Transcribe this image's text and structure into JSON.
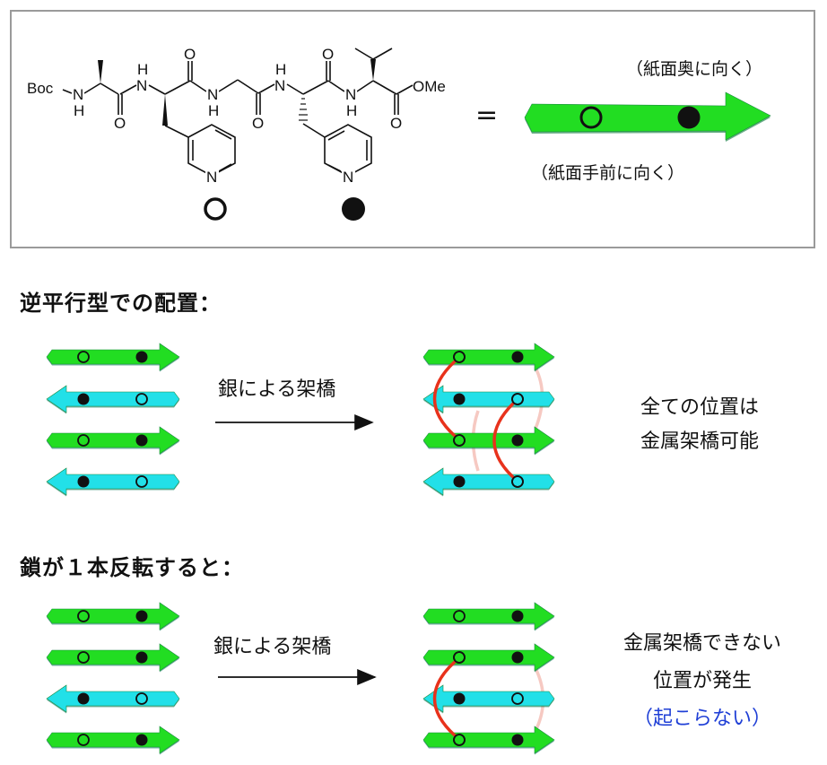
{
  "molecule": {
    "protecting_group": "Boc",
    "ester": "OMe",
    "atom_labels": [
      "N",
      "H",
      "O"
    ],
    "marker_open_meaning": "open circle pyridine",
    "marker_filled_meaning": "filled circle pyridine"
  },
  "legend": {
    "equals": "=",
    "top_note": "（紙面奥に向く）",
    "bottom_note": "（紙面手前に向く）"
  },
  "colors": {
    "green_strand": "#22dd22",
    "cyan_strand": "#22e0e8",
    "bridge_front": "#e8321c",
    "bridge_back": "#f6c9c2",
    "note_blue": "#1f3fd6",
    "frame": "#9a9a9a"
  },
  "section1": {
    "heading": "逆平行型での配置：",
    "reaction_label": "銀による架橋",
    "strands_before": [
      "right",
      "left",
      "right",
      "left"
    ],
    "strands_after": [
      "right",
      "left",
      "right",
      "left"
    ],
    "result_line1": "全ての位置は",
    "result_line2": "金属架橋可能"
  },
  "section2": {
    "heading": "鎖が１本反転すると：",
    "reaction_label": "銀による架橋",
    "strands_before": [
      "right",
      "right",
      "left",
      "right"
    ],
    "strands_after": [
      "right",
      "right",
      "left",
      "right"
    ],
    "result_line1": "金属架橋できない",
    "result_line2": "位置が発生",
    "result_line3": "（起こらない）"
  }
}
